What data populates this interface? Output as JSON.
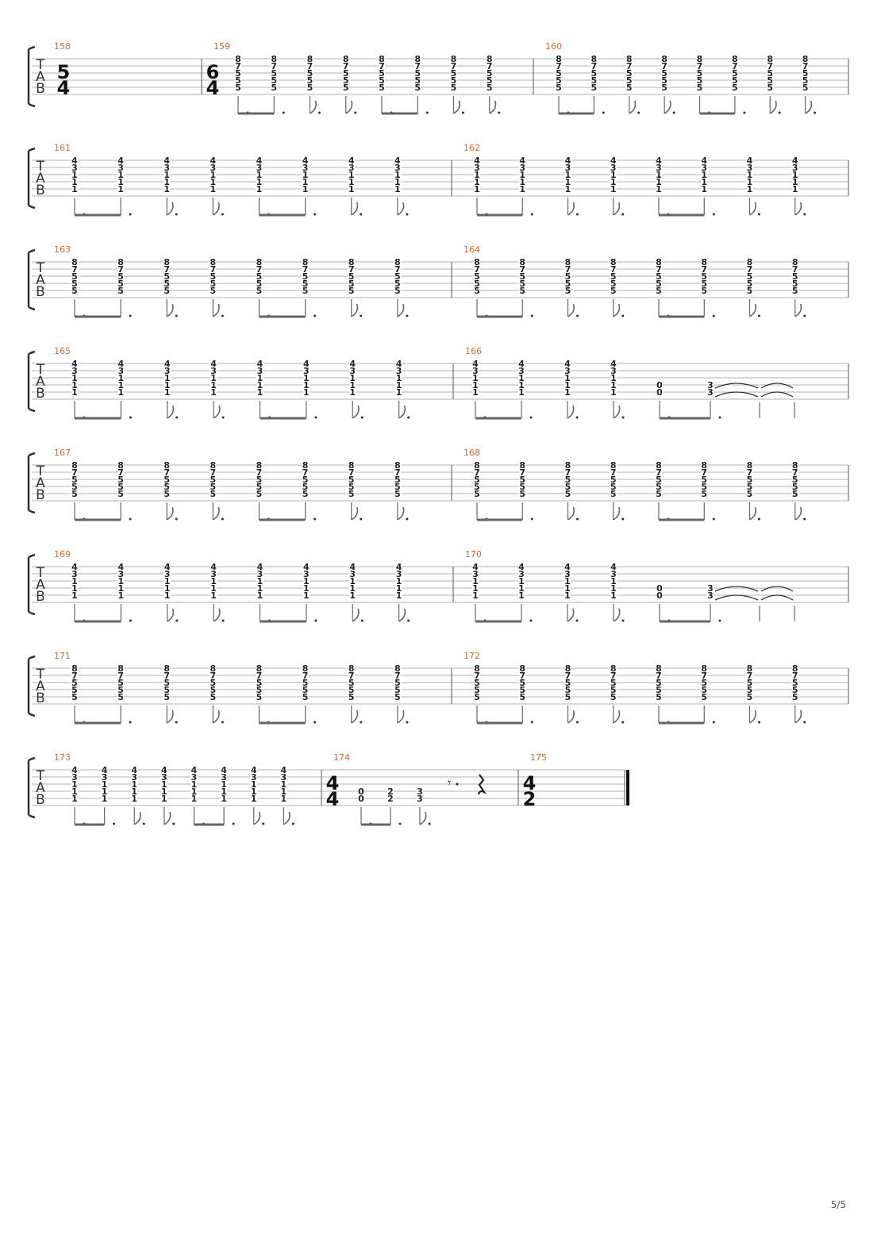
{
  "document": {
    "type": "guitar-tablature",
    "page_number": "5/5",
    "clef_letters": [
      "T",
      "A",
      "B"
    ],
    "colors": {
      "measure_number": "#e06a28",
      "staff_line": "#9a9a9a",
      "fret_number": "#222222",
      "note_stem": "#666666",
      "barline": "#555555"
    }
  },
  "systems": [
    {
      "measures": [
        {
          "number": "158",
          "time_signature": [
            "5",
            "4"
          ],
          "chords": []
        },
        {
          "number": "159",
          "time_signature": [
            "6",
            "4"
          ],
          "chords": [
            [
              "8",
              "7",
              "5",
              "5",
              "5"
            ],
            [
              "8",
              "7",
              "5",
              "5",
              "5"
            ],
            [
              "8",
              "7",
              "5",
              "5",
              "5"
            ],
            [
              "8",
              "7",
              "5",
              "5",
              "5"
            ],
            [
              "8",
              "7",
              "5",
              "5",
              "5"
            ],
            [
              "8",
              "7",
              "5",
              "5",
              "5"
            ],
            [
              "8",
              "7",
              "5",
              "5",
              "5"
            ],
            [
              "8",
              "7",
              "5",
              "5",
              "5"
            ]
          ]
        },
        {
          "number": "160",
          "chords": [
            [
              "8",
              "7",
              "5",
              "5",
              "5"
            ],
            [
              "8",
              "7",
              "5",
              "5",
              "5"
            ],
            [
              "8",
              "7",
              "5",
              "5",
              "5"
            ],
            [
              "8",
              "7",
              "5",
              "5",
              "5"
            ],
            [
              "8",
              "7",
              "5",
              "5",
              "5"
            ],
            [
              "8",
              "7",
              "5",
              "5",
              "5"
            ],
            [
              "8",
              "7",
              "5",
              "5",
              "5"
            ],
            [
              "8",
              "7",
              "5",
              "5",
              "5"
            ]
          ]
        }
      ]
    },
    {
      "measures": [
        {
          "number": "161",
          "chords": [
            [
              "4",
              "3",
              "1",
              "1",
              "1"
            ],
            [
              "4",
              "3",
              "1",
              "1",
              "1"
            ],
            [
              "4",
              "3",
              "1",
              "1",
              "1"
            ],
            [
              "4",
              "3",
              "1",
              "1",
              "1"
            ],
            [
              "4",
              "3",
              "1",
              "1",
              "1"
            ],
            [
              "4",
              "3",
              "1",
              "1",
              "1"
            ],
            [
              "4",
              "3",
              "1",
              "1",
              "1"
            ],
            [
              "4",
              "3",
              "1",
              "1",
              "1"
            ]
          ]
        },
        {
          "number": "162",
          "chords": [
            [
              "4",
              "3",
              "1",
              "1",
              "1"
            ],
            [
              "4",
              "3",
              "1",
              "1",
              "1"
            ],
            [
              "4",
              "3",
              "1",
              "1",
              "1"
            ],
            [
              "4",
              "3",
              "1",
              "1",
              "1"
            ],
            [
              "4",
              "3",
              "1",
              "1",
              "1"
            ],
            [
              "4",
              "3",
              "1",
              "1",
              "1"
            ],
            [
              "4",
              "3",
              "1",
              "1",
              "1"
            ],
            [
              "4",
              "3",
              "1",
              "1",
              "1"
            ]
          ]
        }
      ]
    },
    {
      "measures": [
        {
          "number": "163",
          "chords": [
            [
              "8",
              "7",
              "5",
              "5",
              "5"
            ],
            [
              "8",
              "7",
              "5",
              "5",
              "5"
            ],
            [
              "8",
              "7",
              "5",
              "5",
              "5"
            ],
            [
              "8",
              "7",
              "5",
              "5",
              "5"
            ],
            [
              "8",
              "7",
              "5",
              "5",
              "5"
            ],
            [
              "8",
              "7",
              "5",
              "5",
              "5"
            ],
            [
              "8",
              "7",
              "5",
              "5",
              "5"
            ],
            [
              "8",
              "7",
              "5",
              "5",
              "5"
            ]
          ]
        },
        {
          "number": "164",
          "chords": [
            [
              "8",
              "7",
              "5",
              "5",
              "5"
            ],
            [
              "8",
              "7",
              "5",
              "5",
              "5"
            ],
            [
              "8",
              "7",
              "5",
              "5",
              "5"
            ],
            [
              "8",
              "7",
              "5",
              "5",
              "5"
            ],
            [
              "8",
              "7",
              "5",
              "5",
              "5"
            ],
            [
              "8",
              "7",
              "5",
              "5",
              "5"
            ],
            [
              "8",
              "7",
              "5",
              "5",
              "5"
            ],
            [
              "8",
              "7",
              "5",
              "5",
              "5"
            ]
          ]
        }
      ]
    },
    {
      "measures": [
        {
          "number": "165",
          "chords": [
            [
              "4",
              "3",
              "1",
              "1",
              "1"
            ],
            [
              "4",
              "3",
              "1",
              "1",
              "1"
            ],
            [
              "4",
              "3",
              "1",
              "1",
              "1"
            ],
            [
              "4",
              "3",
              "1",
              "1",
              "1"
            ],
            [
              "4",
              "3",
              "1",
              "1",
              "1"
            ],
            [
              "4",
              "3",
              "1",
              "1",
              "1"
            ],
            [
              "4",
              "3",
              "1",
              "1",
              "1"
            ],
            [
              "4",
              "3",
              "1",
              "1",
              "1"
            ]
          ]
        },
        {
          "number": "166",
          "chords": [
            [
              "4",
              "3",
              "1",
              "1",
              "1"
            ],
            [
              "4",
              "3",
              "1",
              "1",
              "1"
            ],
            [
              "4",
              "3",
              "1",
              "1",
              "1"
            ],
            [
              "4",
              "3",
              "1",
              "1",
              "1"
            ],
            [
              "0",
              "0"
            ],
            [
              "3",
              "3"
            ]
          ],
          "tied_ending": true
        }
      ]
    },
    {
      "measures": [
        {
          "number": "167",
          "chords": [
            [
              "8",
              "7",
              "5",
              "5",
              "5"
            ],
            [
              "8",
              "7",
              "5",
              "5",
              "5"
            ],
            [
              "8",
              "7",
              "5",
              "5",
              "5"
            ],
            [
              "8",
              "7",
              "5",
              "5",
              "5"
            ],
            [
              "8",
              "7",
              "5",
              "5",
              "5"
            ],
            [
              "8",
              "7",
              "5",
              "5",
              "5"
            ],
            [
              "8",
              "7",
              "5",
              "5",
              "5"
            ],
            [
              "8",
              "7",
              "5",
              "5",
              "5"
            ]
          ]
        },
        {
          "number": "168",
          "chords": [
            [
              "8",
              "7",
              "5",
              "5",
              "5"
            ],
            [
              "8",
              "7",
              "5",
              "5",
              "5"
            ],
            [
              "8",
              "7",
              "5",
              "5",
              "5"
            ],
            [
              "8",
              "7",
              "5",
              "5",
              "5"
            ],
            [
              "8",
              "7",
              "5",
              "5",
              "5"
            ],
            [
              "8",
              "7",
              "5",
              "5",
              "5"
            ],
            [
              "8",
              "7",
              "5",
              "5",
              "5"
            ],
            [
              "8",
              "7",
              "5",
              "5",
              "5"
            ]
          ]
        }
      ]
    },
    {
      "measures": [
        {
          "number": "169",
          "chords": [
            [
              "4",
              "3",
              "1",
              "1",
              "1"
            ],
            [
              "4",
              "3",
              "1",
              "1",
              "1"
            ],
            [
              "4",
              "3",
              "1",
              "1",
              "1"
            ],
            [
              "4",
              "3",
              "1",
              "1",
              "1"
            ],
            [
              "4",
              "3",
              "1",
              "1",
              "1"
            ],
            [
              "4",
              "3",
              "1",
              "1",
              "1"
            ],
            [
              "4",
              "3",
              "1",
              "1",
              "1"
            ],
            [
              "4",
              "3",
              "1",
              "1",
              "1"
            ]
          ]
        },
        {
          "number": "170",
          "chords": [
            [
              "4",
              "3",
              "1",
              "1",
              "1"
            ],
            [
              "4",
              "3",
              "1",
              "1",
              "1"
            ],
            [
              "4",
              "3",
              "1",
              "1",
              "1"
            ],
            [
              "4",
              "3",
              "1",
              "1",
              "1"
            ],
            [
              "0",
              "0"
            ],
            [
              "3",
              "3"
            ]
          ],
          "tied_ending": true
        }
      ]
    },
    {
      "measures": [
        {
          "number": "171",
          "chords": [
            [
              "8",
              "7",
              "5",
              "5",
              "5"
            ],
            [
              "8",
              "7",
              "5",
              "5",
              "5"
            ],
            [
              "8",
              "7",
              "5",
              "5",
              "5"
            ],
            [
              "8",
              "7",
              "5",
              "5",
              "5"
            ],
            [
              "8",
              "7",
              "5",
              "5",
              "5"
            ],
            [
              "8",
              "7",
              "5",
              "5",
              "5"
            ],
            [
              "8",
              "7",
              "5",
              "5",
              "5"
            ],
            [
              "8",
              "7",
              "5",
              "5",
              "5"
            ]
          ]
        },
        {
          "number": "172",
          "chords": [
            [
              "8",
              "7",
              "5",
              "5",
              "5"
            ],
            [
              "8",
              "7",
              "5",
              "5",
              "5"
            ],
            [
              "8",
              "7",
              "5",
              "5",
              "5"
            ],
            [
              "8",
              "7",
              "5",
              "5",
              "5"
            ],
            [
              "8",
              "7",
              "5",
              "5",
              "5"
            ],
            [
              "8",
              "7",
              "5",
              "5",
              "5"
            ],
            [
              "8",
              "7",
              "5",
              "5",
              "5"
            ],
            [
              "8",
              "7",
              "5",
              "5",
              "5"
            ]
          ]
        }
      ]
    },
    {
      "measures": [
        {
          "number": "173",
          "chords": [
            [
              "4",
              "3",
              "1",
              "1",
              "1"
            ],
            [
              "4",
              "3",
              "1",
              "1",
              "1"
            ],
            [
              "4",
              "3",
              "1",
              "1",
              "1"
            ],
            [
              "4",
              "3",
              "1",
              "1",
              "1"
            ],
            [
              "4",
              "3",
              "1",
              "1",
              "1"
            ],
            [
              "4",
              "3",
              "1",
              "1",
              "1"
            ],
            [
              "4",
              "3",
              "1",
              "1",
              "1"
            ],
            [
              "4",
              "3",
              "1",
              "1",
              "1"
            ]
          ]
        },
        {
          "number": "174",
          "time_signature": [
            "4",
            "4"
          ],
          "chords": [
            [
              "0",
              "0"
            ],
            [
              "2",
              "2"
            ],
            [
              "3",
              "3"
            ]
          ],
          "rests": true
        },
        {
          "number": "175",
          "time_signature": [
            "4",
            "2"
          ],
          "chords": [],
          "final": true
        }
      ]
    }
  ]
}
